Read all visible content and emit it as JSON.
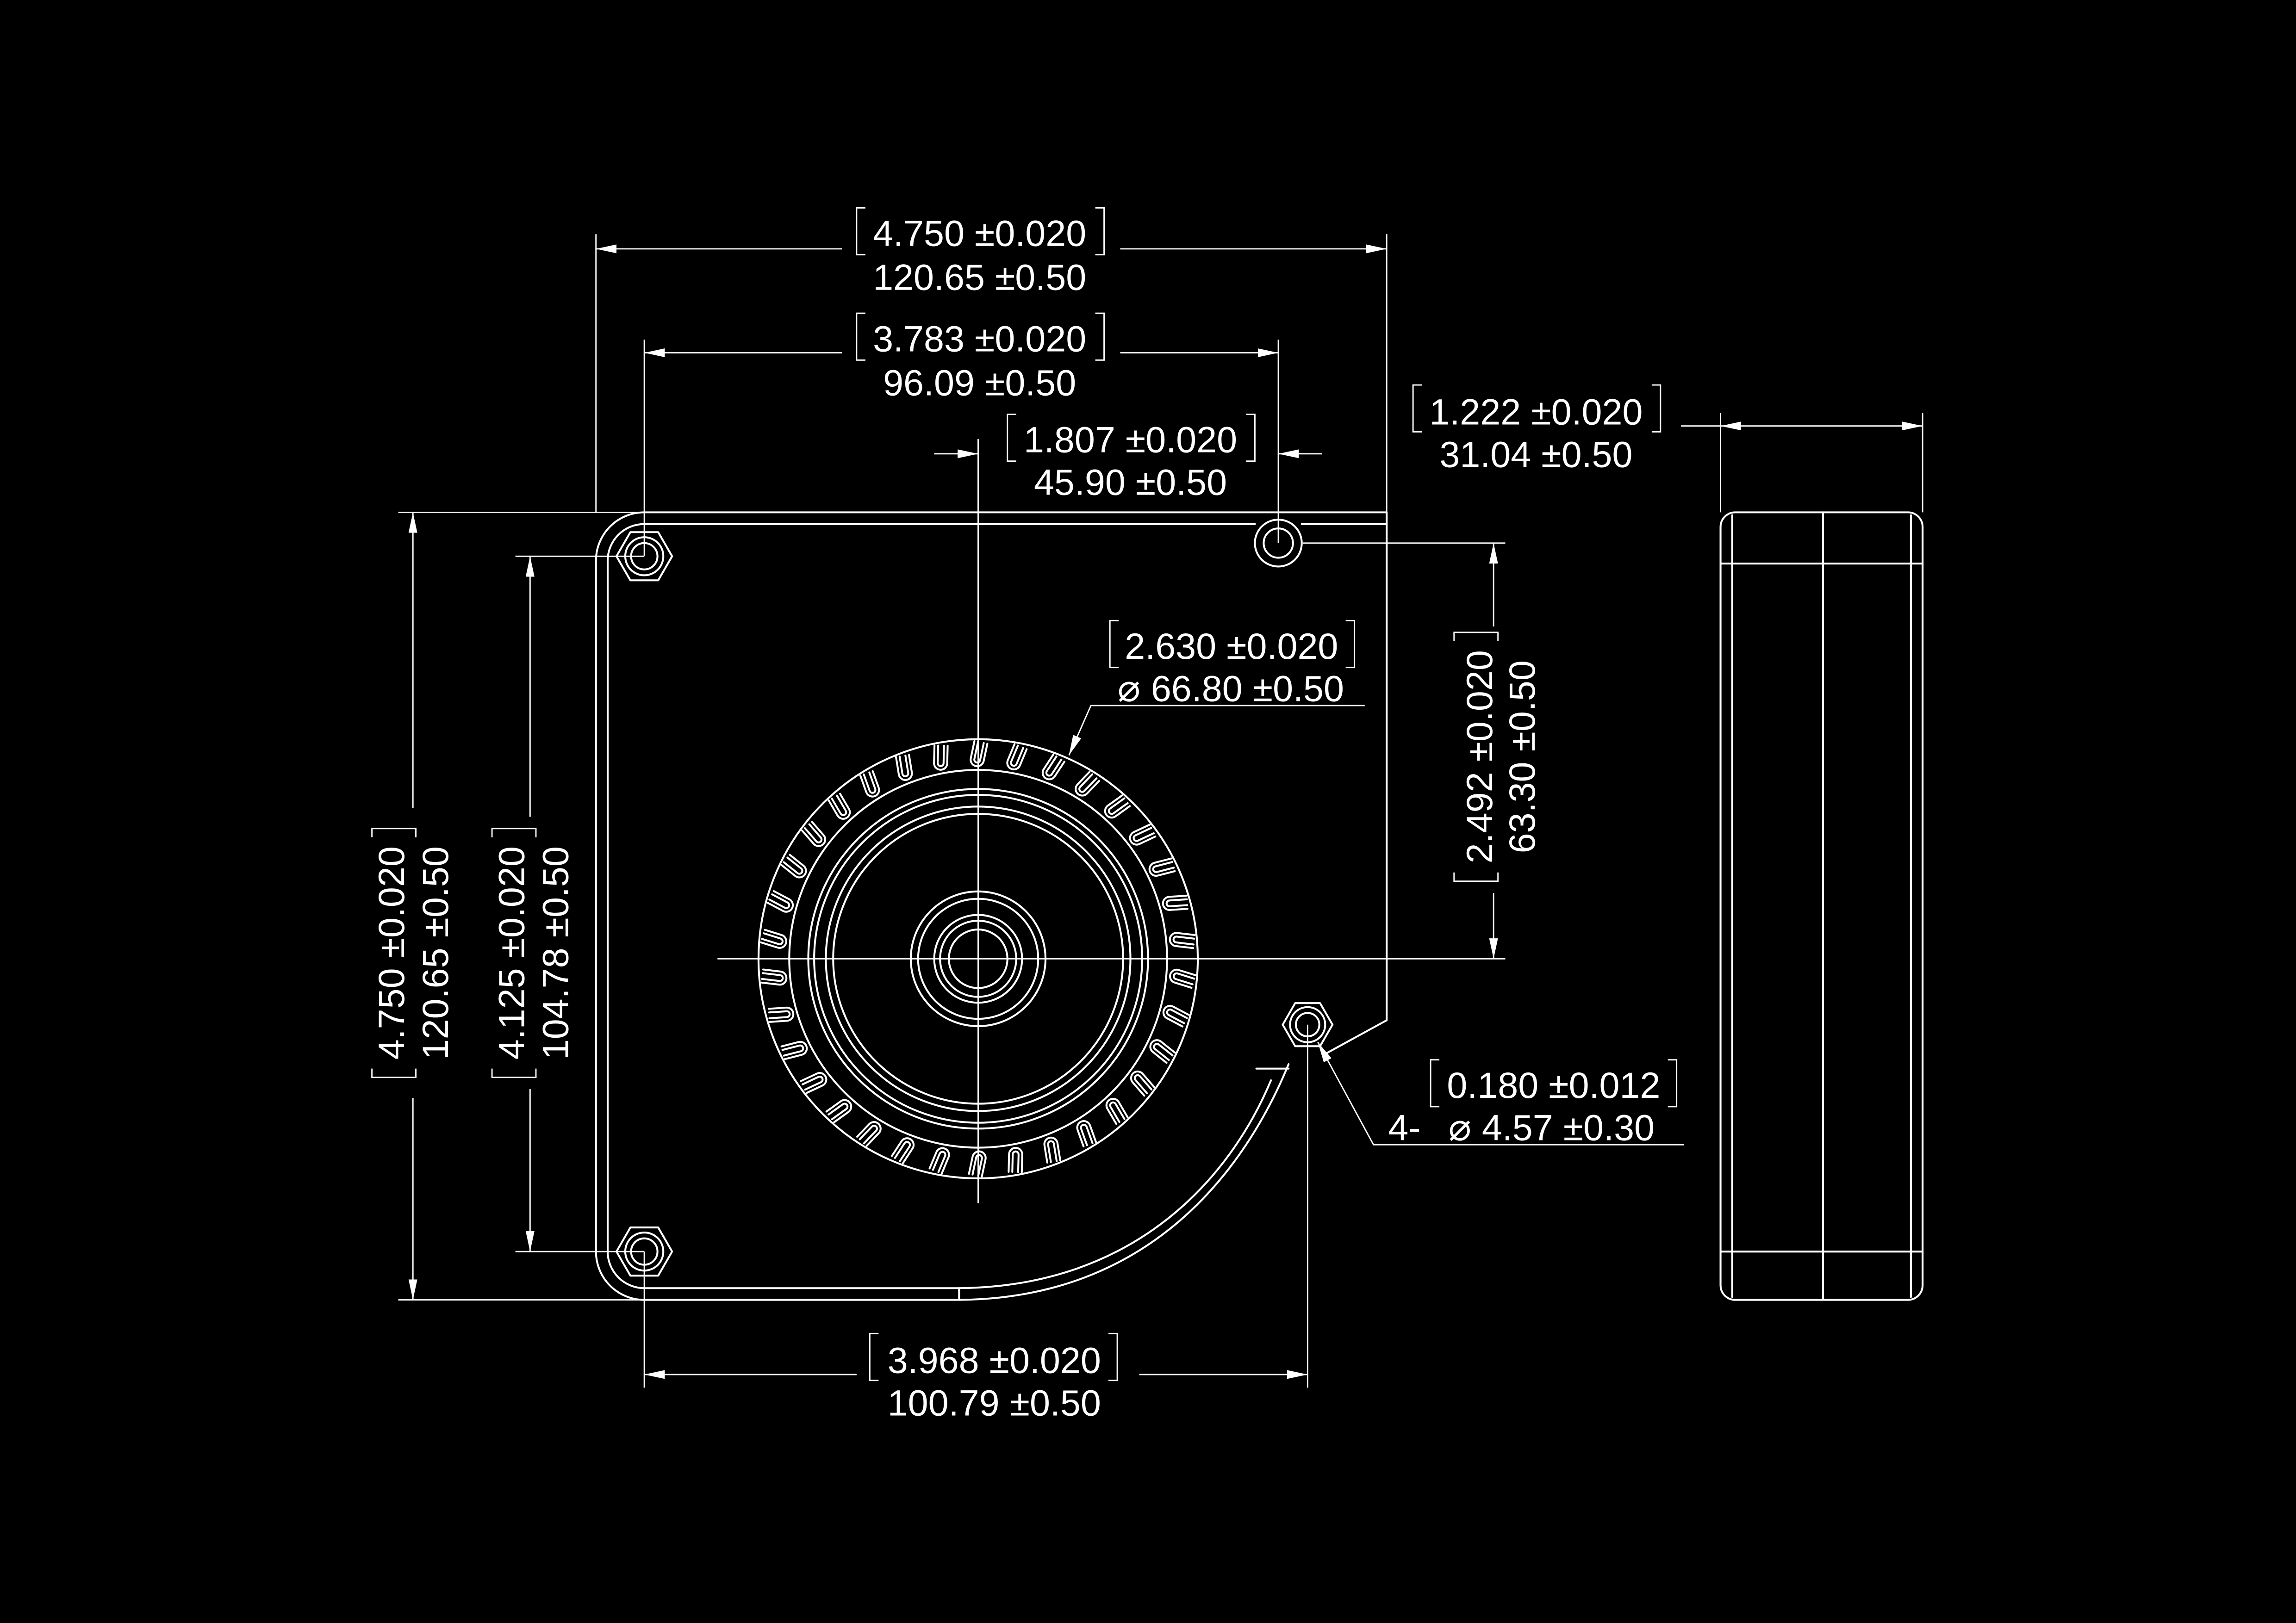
{
  "colors": {
    "background": "#000000",
    "line": "#ffffff"
  },
  "dimensions": {
    "overall_width": {
      "inch": "4.750 ±0.020",
      "mm": "120.65 ±0.50"
    },
    "hole_spacing_top": {
      "inch": "3.783 ±0.020",
      "mm": "96.09 ±0.50"
    },
    "center_to_hole": {
      "inch": "1.807 ±0.020",
      "mm": "45.90 ±0.50"
    },
    "thickness": {
      "inch": "1.222 ±0.020",
      "mm": "31.04 ±0.50"
    },
    "impeller_diameter": {
      "inch": "2.630 ±0.020",
      "symbol": "⌀",
      "mm": "66.80 ±0.50"
    },
    "hole_to_center_vertical": {
      "inch": "2.492 ±0.020",
      "mm": "63.30 ±0.50"
    },
    "overall_height": {
      "inch": "4.750 ±0.020",
      "mm": "120.65 ±0.50"
    },
    "hole_spacing_left": {
      "inch": "4.125 ±0.020",
      "mm": "104.78 ±0.50"
    },
    "mounting_hole": {
      "inch": "0.180 ±0.012",
      "qty": "4-",
      "symbol": "⌀",
      "mm": "4.57 ±0.30"
    },
    "hole_spacing_bottom": {
      "inch": "3.968 ±0.020",
      "mm": "100.79 ±0.50"
    }
  }
}
